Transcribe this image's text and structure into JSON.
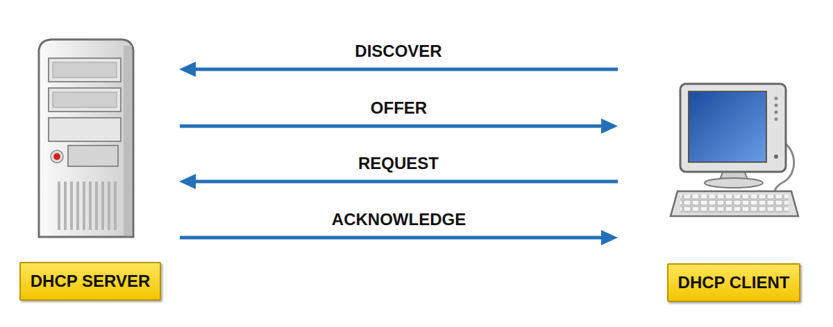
{
  "diagram": {
    "nodes": [
      {
        "text": [
          "DHCP SERVER"
        ]
      },
      {
        "text": [
          "DHCP CLIENT"
        ]
      }
    ],
    "edges": [
      {
        "from": 1,
        "to": 0,
        "arrow": "to",
        "label": "DISCOVER"
      },
      {
        "from": 0,
        "to": 1,
        "arrow": "to",
        "label": "OFFER"
      },
      {
        "from": 1,
        "to": 0,
        "arrow": "to",
        "label": "REQUEST"
      },
      {
        "from": 0,
        "to": 1,
        "arrow": "to",
        "label": "ACKNOWLEDGE"
      }
    ]
  }
}
